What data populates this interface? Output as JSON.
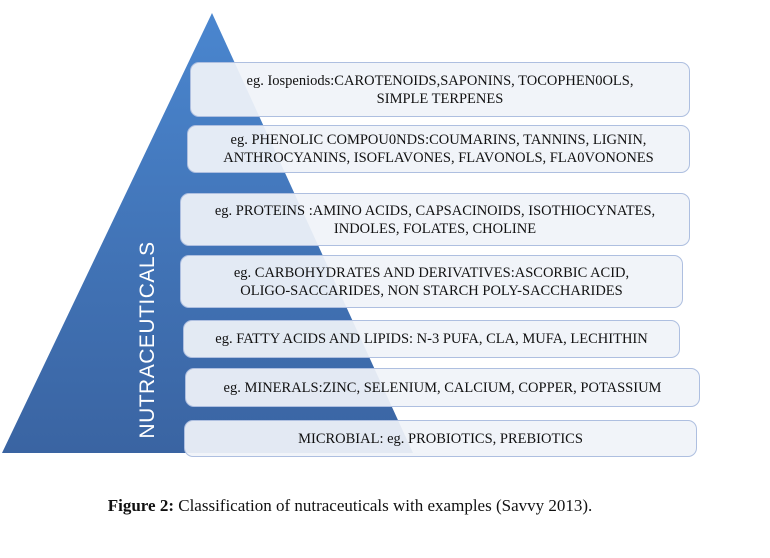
{
  "pyramid": {
    "label": "NUTRACEUTICALS",
    "colors": {
      "top": "#4a84cb",
      "bottom": "#3a65a3"
    },
    "tiers": [
      {
        "line1": "eg. Iospeniods:CAROTENOIDS,SAPONINS, TOCOPHEN0OLS,",
        "line2": "SIMPLE TERPENES"
      },
      {
        "line1": "eg. PHENOLIC COMPOU0NDS:COUMARINS, TANNINS, LIGNIN,",
        "line2": "ANTHROCYANINS, ISOFLAVONES, FLAVONOLS, FLA0VONONES"
      },
      {
        "line1": "eg. PROTEINS :AMINO ACIDS, CAPSACINOIDS, ISOTHIOCYNATES,",
        "line2": "INDOLES, FOLATES, CHOLINE"
      },
      {
        "line1": "eg. CARBOHYDRATES AND DERIVATIVES:ASCORBIC ACID,",
        "line2": "OLIGO-SACCARIDES, NON STARCH POLY-SACCHARIDES"
      },
      {
        "line1": "eg. FATTY ACIDS AND LIPIDS: N-3 PUFA, CLA, MUFA, LECHITHIN"
      },
      {
        "line1": "eg. MINERALS:ZINC,  SELENIUM, CALCIUM, COPPER, POTASSIUM"
      },
      {
        "line1": "MICROBIAL: eg. PROBIOTICS, PREBIOTICS"
      }
    ]
  },
  "caption": {
    "label": "Figure 2:",
    "text": " Classification of nutraceuticals with examples (Savvy 2013)."
  }
}
